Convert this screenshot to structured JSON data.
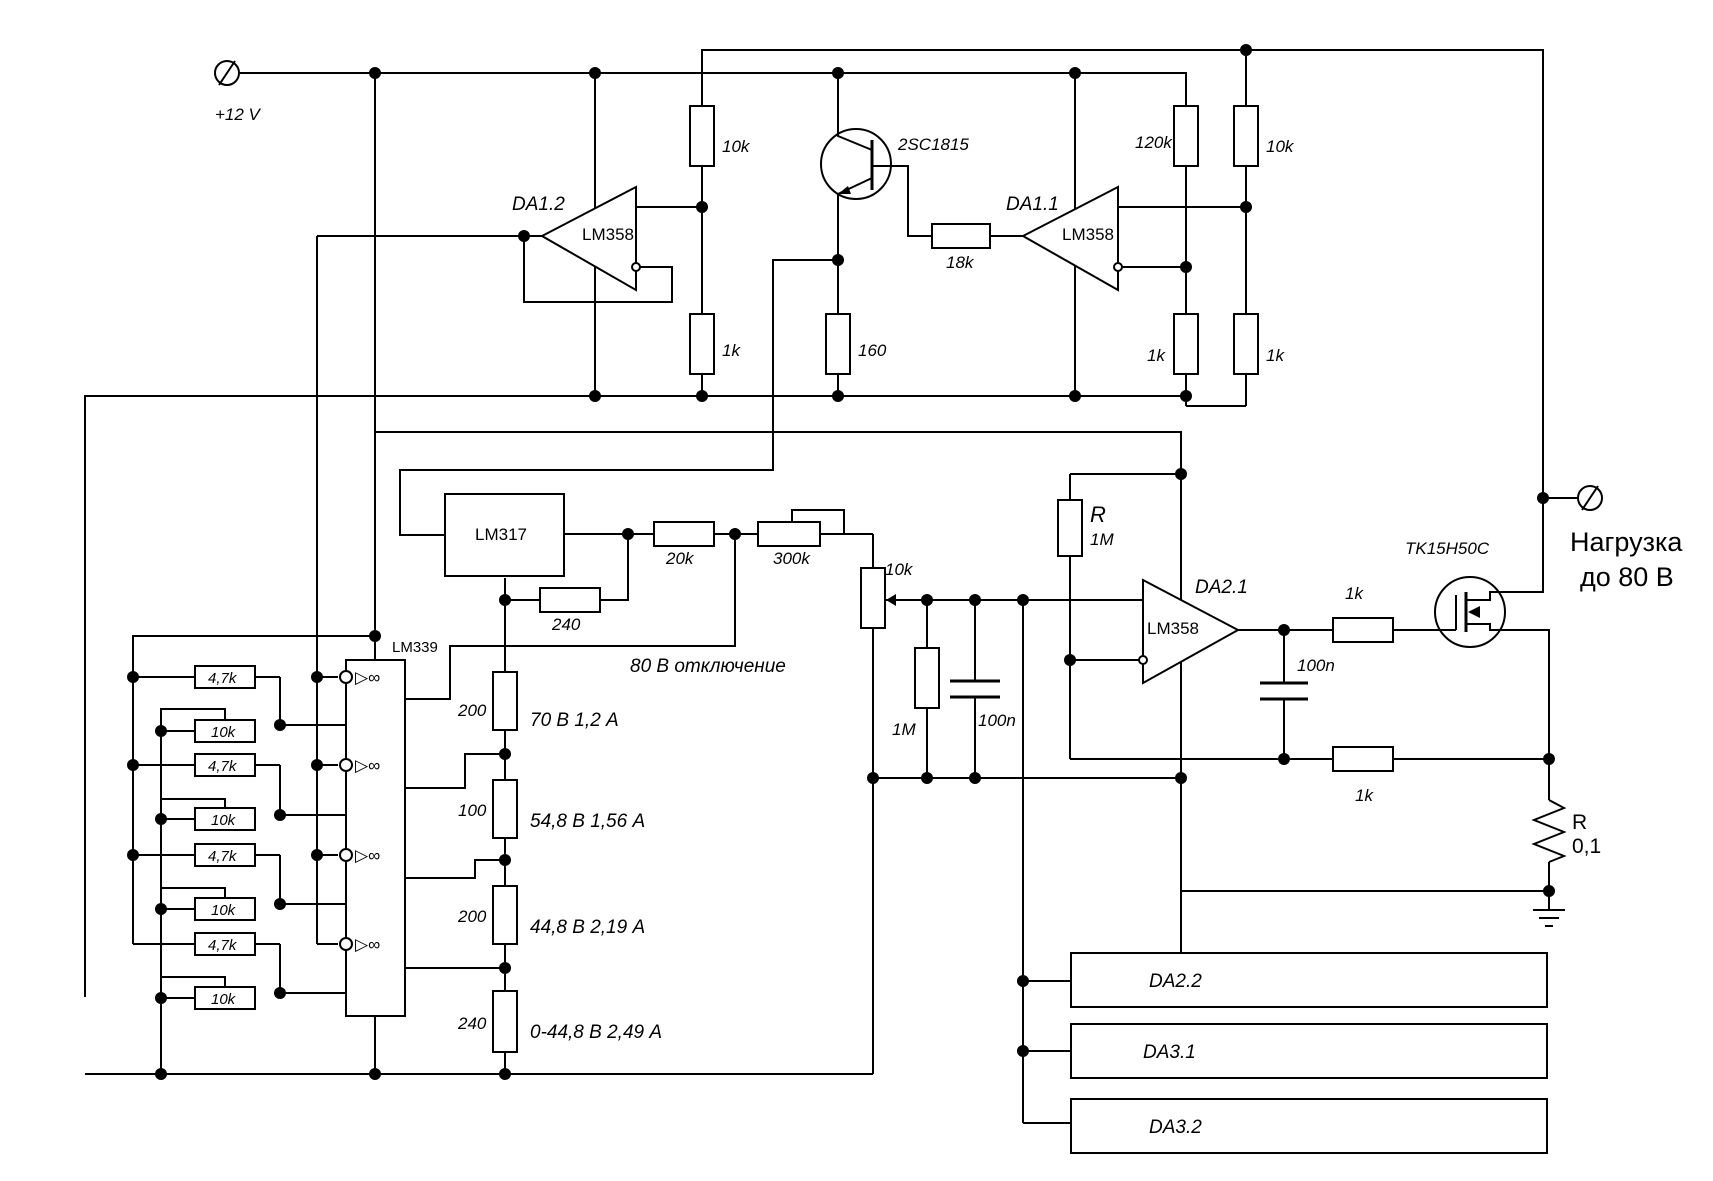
{
  "supply": {
    "label": "+12 V"
  },
  "load": {
    "line1": "Нагрузка",
    "line2": "до 80 В"
  },
  "transistor": {
    "label": "2SC1815"
  },
  "mosfet": {
    "label": "TK15H50C"
  },
  "opamps": {
    "da12": {
      "ref": "DA1.2",
      "part": "LM358"
    },
    "da11": {
      "ref": "DA1.1",
      "part": "LM358"
    },
    "da21": {
      "ref": "DA2.1",
      "part": "LM358"
    }
  },
  "regulator": {
    "part": "LM317"
  },
  "comparator": {
    "part": "LM339",
    "symbol": "▷∞"
  },
  "resistors": {
    "r10k_a": "10k",
    "r1k_a": "1k",
    "r160": "160",
    "r18k": "18k",
    "r120k": "120k",
    "r10k_b": "10k",
    "r1k_b": "1k",
    "r1k_c": "1k",
    "r20k": "20k",
    "r300k": "300k",
    "r240_reg": "240",
    "r10k_pot": "10k",
    "rR": "R",
    "rR_val": "1M",
    "r1m": "1M",
    "r1k_out": "1k",
    "r1k_fb": "1k",
    "rshunt": "R",
    "rshunt_val": "0,1",
    "r200_a": "200",
    "r100": "100",
    "r200_b": "200",
    "r240_div": "240",
    "r47k": "4,7k",
    "r10k_cmp": "10k"
  },
  "capacitors": {
    "c100n_a": "100n",
    "c100n_b": "100n"
  },
  "annotations": {
    "cutoff": "80 В отключение",
    "level1": "70 В 1,2 А",
    "level2": "54,8 В 1,56 А",
    "level3": "44,8 В 2,19 А",
    "level4": "0-44,8 В 2,49 А"
  },
  "blocks": {
    "da22": "DA2.2",
    "da31": "DA3.1",
    "da32": "DA3.2"
  }
}
